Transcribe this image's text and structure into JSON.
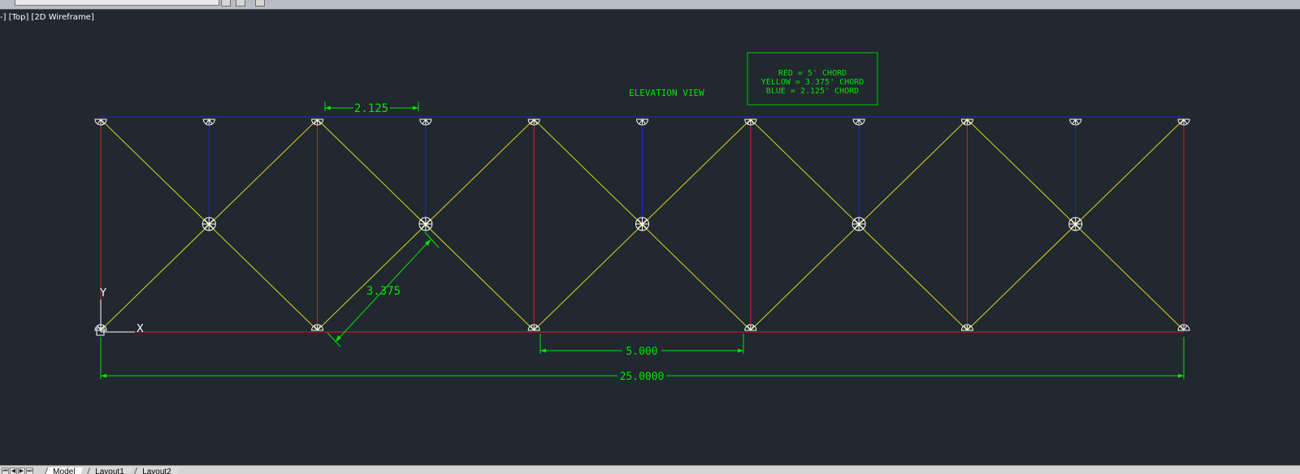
{
  "viewport": {
    "label": "-] [Top] [2D Wireframe]"
  },
  "drawing": {
    "title": "ELEVATION VIEW",
    "legend": {
      "red": "RED = 5' CHORD",
      "yellow": "YELLOW = 3.375' CHORD",
      "blue": "BLUE = 2.125' CHORD"
    },
    "dimensions": {
      "top_panel": "2.125",
      "diagonal": "3.375",
      "bottom_panel": "5.000",
      "overall": "25.0000"
    },
    "ucs": {
      "x_label": "X",
      "y_label": "Y"
    },
    "colors": {
      "background": "#212830",
      "red_chord": "#d42020",
      "yellow_chord": "#d8d820",
      "blue_chord": "#2828c8",
      "dimension": "#00e600",
      "node": "#ffffff"
    }
  },
  "tabs": [
    {
      "label": "Model",
      "active": true
    },
    {
      "label": "Layout1",
      "active": false
    },
    {
      "label": "Layout2",
      "active": false
    }
  ]
}
